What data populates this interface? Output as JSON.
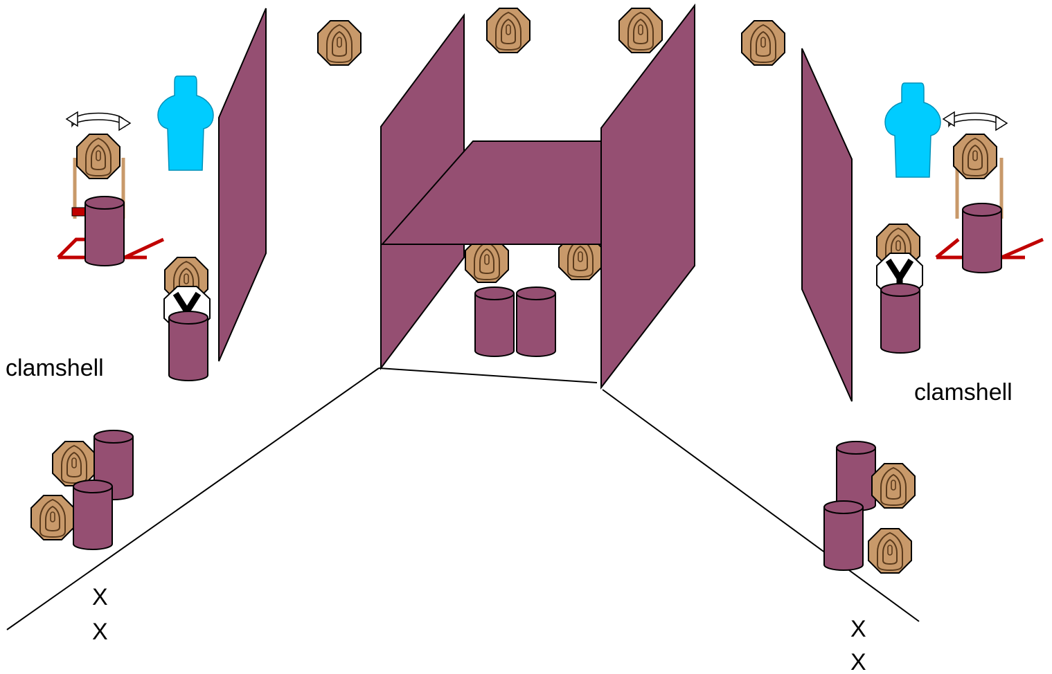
{
  "labels": {
    "clamshell_left": "clamshell",
    "clamshell_right": "clamshell",
    "mark_left_1": "X",
    "mark_left_2": "X",
    "mark_right_1": "X",
    "mark_right_2": "X"
  },
  "colors": {
    "wall": "#954f72",
    "barrel": "#954f72",
    "steel_target": "#c8996a",
    "steel_target_outline": "#5a3a1c",
    "no_shoot_silhouette": "#00ccff",
    "no_shoot_plate": "#ffffff",
    "activator_frame": "#c00000",
    "outline": "#000000"
  },
  "icons": {
    "steel_target": "octagon-steel-target-icon",
    "no_shoot": "no-shoot-x-icon",
    "swinger": "rotate-arrow-icon",
    "barrel": "barrel-icon",
    "silhouette": "silhouette-target-icon"
  }
}
